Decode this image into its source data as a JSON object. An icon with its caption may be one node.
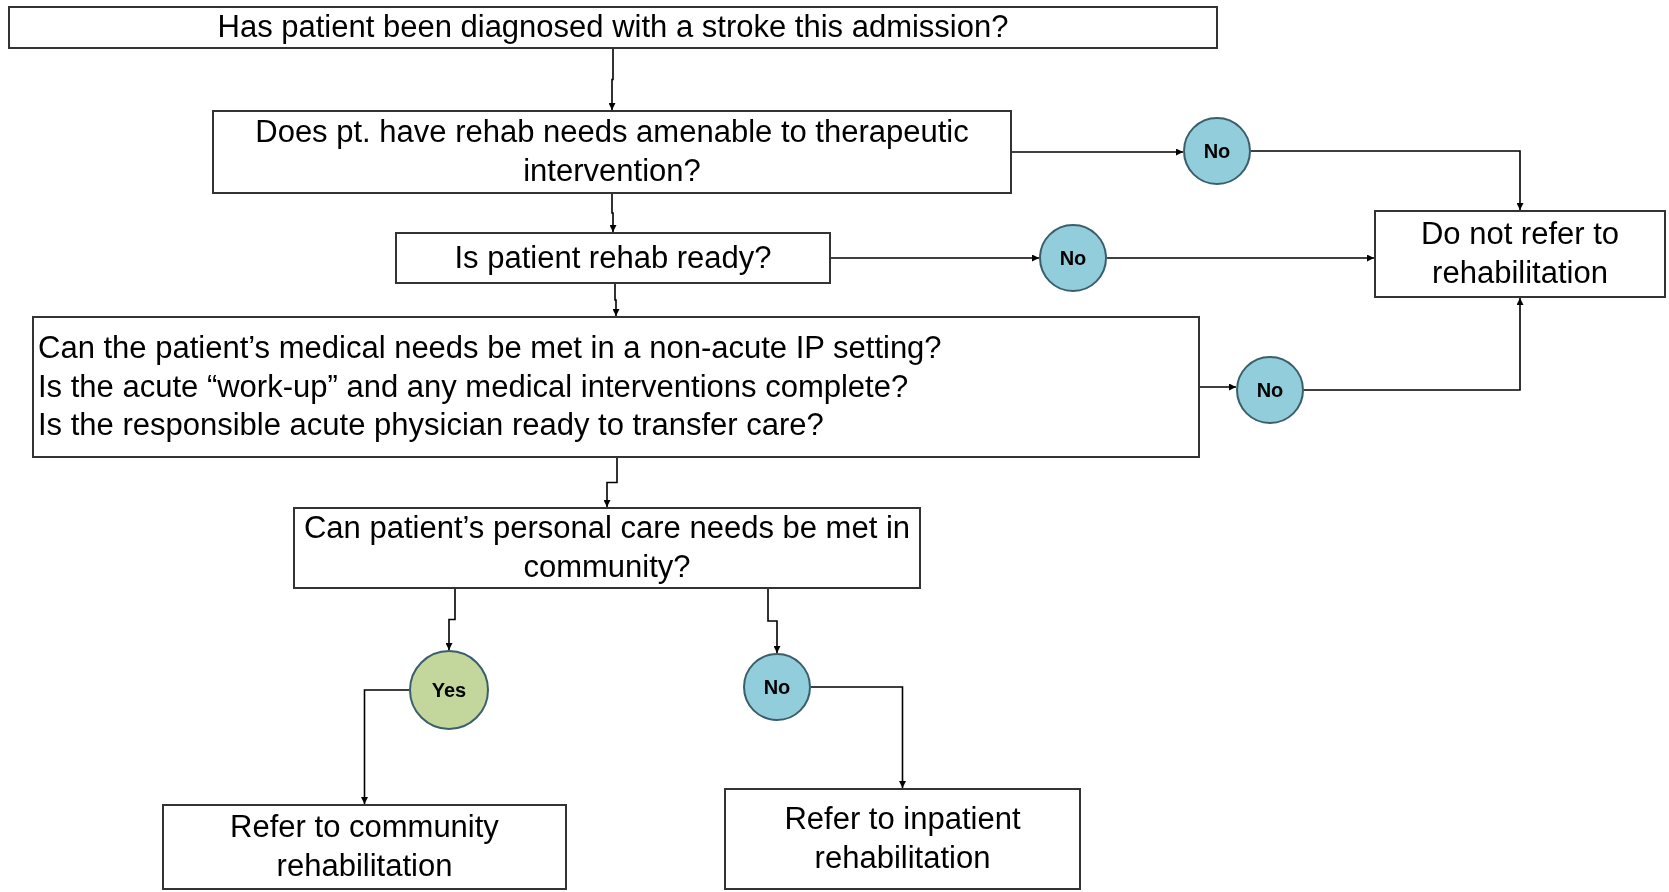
{
  "diagram": {
    "nodes": [
      {
        "text": [
          "Has patient been diagnosed with a stroke this admission?"
        ]
      },
      {
        "text": [
          "Does pt. have rehab needs amenable to therapeutic intervention?"
        ]
      },
      {
        "text": [
          "No"
        ]
      },
      {
        "text": [
          "Do not refer to rehabilitation"
        ]
      },
      {
        "text": [
          "Is patient rehab ready?"
        ]
      },
      {
        "text": [
          "No"
        ]
      },
      {
        "text": [
          "Can the patient’s medical needs be met in a non-acute IP setting?",
          "Is the acute “work-up” and any medical interventions complete?",
          "Is the responsible acute physician ready to transfer care?"
        ]
      },
      {
        "text": [
          "No"
        ]
      },
      {
        "text": [
          "Can patient’s personal care needs be met in community?"
        ]
      },
      {
        "text": [
          "Yes"
        ]
      },
      {
        "text": [
          "No"
        ]
      },
      {
        "text": [
          "Refer to community rehabilitation"
        ]
      },
      {
        "text": [
          "Refer to inpatient rehabilitation"
        ]
      }
    ],
    "edges": [
      {
        "from": 0,
        "to": 1,
        "arrow": "to"
      },
      {
        "from": 1,
        "to": 2,
        "arrow": "to"
      },
      {
        "from": 2,
        "to": 3,
        "arrow": "to"
      },
      {
        "from": 1,
        "to": 4,
        "arrow": "to"
      },
      {
        "from": 4,
        "to": 5,
        "arrow": "to"
      },
      {
        "from": 5,
        "to": 3,
        "arrow": "to"
      },
      {
        "from": 4,
        "to": 6,
        "arrow": "to"
      },
      {
        "from": 6,
        "to": 7,
        "arrow": "to"
      },
      {
        "from": 7,
        "to": 3,
        "arrow": "to"
      },
      {
        "from": 6,
        "to": 8,
        "arrow": "to"
      },
      {
        "from": 8,
        "to": 9,
        "arrow": "to"
      },
      {
        "from": 8,
        "to": 10,
        "arrow": "to"
      },
      {
        "from": 9,
        "to": 11,
        "arrow": "to"
      },
      {
        "from": 10,
        "to": 12,
        "arrow": "to"
      }
    ]
  }
}
